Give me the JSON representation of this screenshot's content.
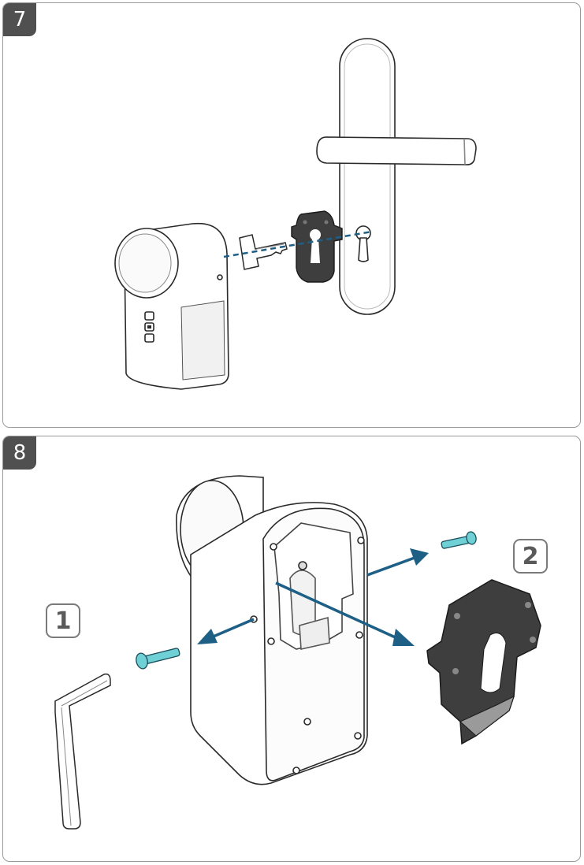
{
  "steps": [
    {
      "number": "7"
    },
    {
      "number": "8",
      "callouts": [
        "1",
        "2"
      ]
    }
  ],
  "colors": {
    "arrow": "#1e5f86",
    "screw": "#6fd0d6",
    "adapter": "#3e3e3e",
    "outline": "#2a2a2a",
    "badge": "#505050"
  },
  "icons": [
    "smart-lock-icon",
    "key-icon",
    "mounting-plate-icon",
    "door-handle-icon",
    "hex-key-icon",
    "screw-icon"
  ]
}
